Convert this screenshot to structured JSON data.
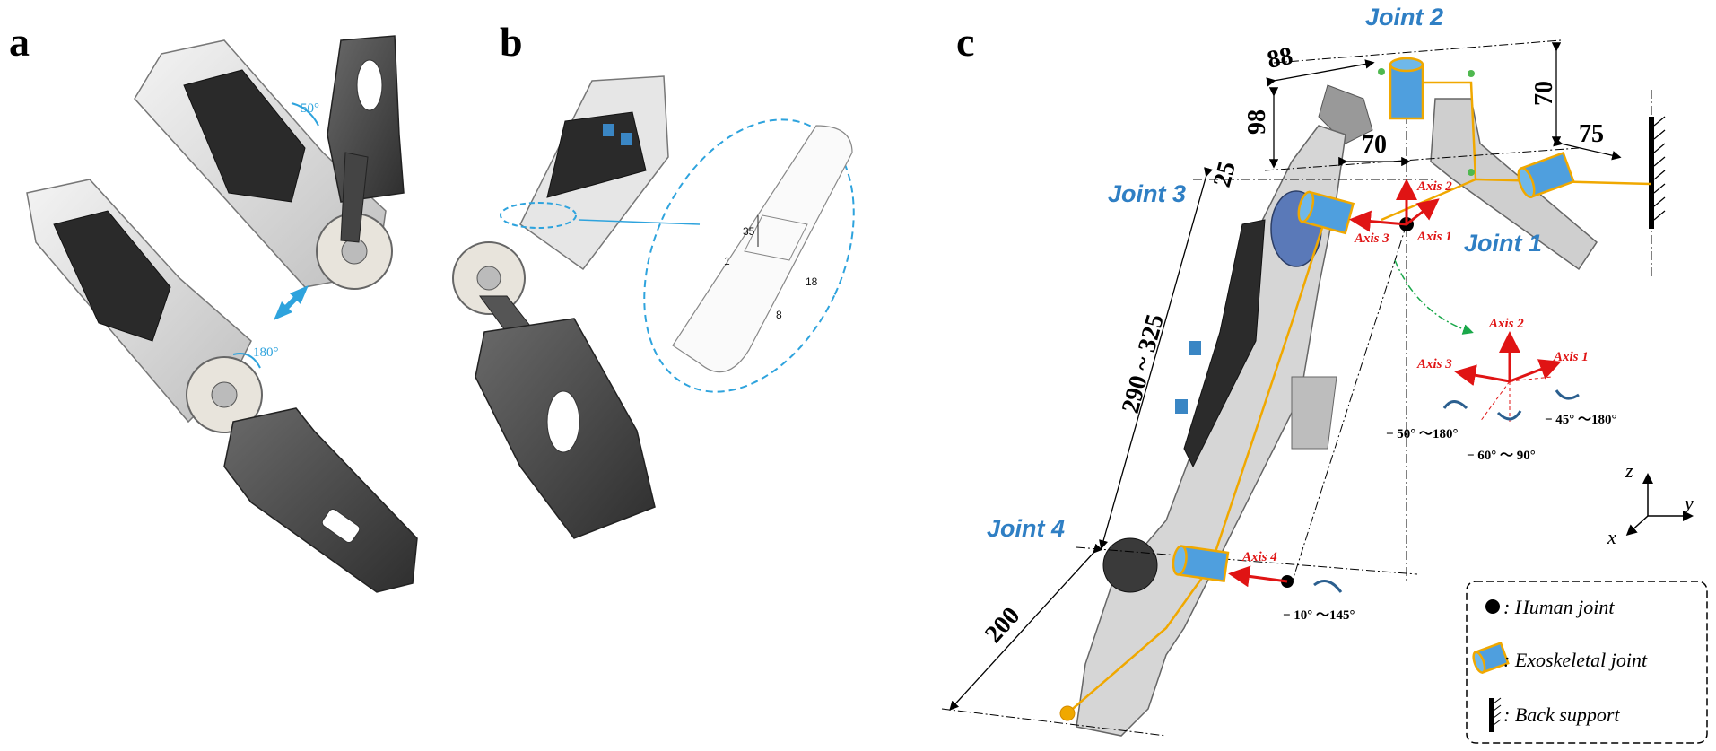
{
  "panels": {
    "a": "a",
    "b": "b",
    "c": "c"
  },
  "panel_a": {
    "angle_top": "50°",
    "angle_bottom": "180°"
  },
  "panel_b": {
    "dim_35": "35",
    "dim_18": "18",
    "dim_8": "8",
    "dim_1": "1"
  },
  "panel_c": {
    "joints": {
      "j1": "Joint 1",
      "j2": "Joint 2",
      "j3": "Joint 3",
      "j4": "Joint 4"
    },
    "dims": {
      "d88": "88",
      "d98": "98",
      "d70a": "70",
      "d70b": "70",
      "d75": "75",
      "d25": "25",
      "d290": "290 ~ 325",
      "d200": "200"
    },
    "axes": {
      "ax1": "Axis 1",
      "ax2": "Axis 2",
      "ax3": "Axis 3",
      "ax4": "Axis 4"
    },
    "triad_axes": {
      "ax1": "Axis 1",
      "ax2": "Axis 2",
      "ax3": "Axis 3"
    },
    "ranges": {
      "r1": "− 50° ～180°",
      "r2": "− 45° ～180°",
      "r3": "− 60° ～ 90°",
      "r4": "− 10° ～145°"
    },
    "coords": {
      "z": "z",
      "y": "y",
      "x": "x"
    },
    "legend": {
      "human": ": Human joint",
      "exo": ": Exoskeletal joint",
      "back": ": Back support"
    }
  },
  "colors": {
    "joint_blue": "#2f7fc4",
    "axis_red": "#e01414",
    "link_orange": "#f0a800",
    "cyl_fill": "#4f9fde",
    "dash_blue": "#2ea3dd"
  }
}
